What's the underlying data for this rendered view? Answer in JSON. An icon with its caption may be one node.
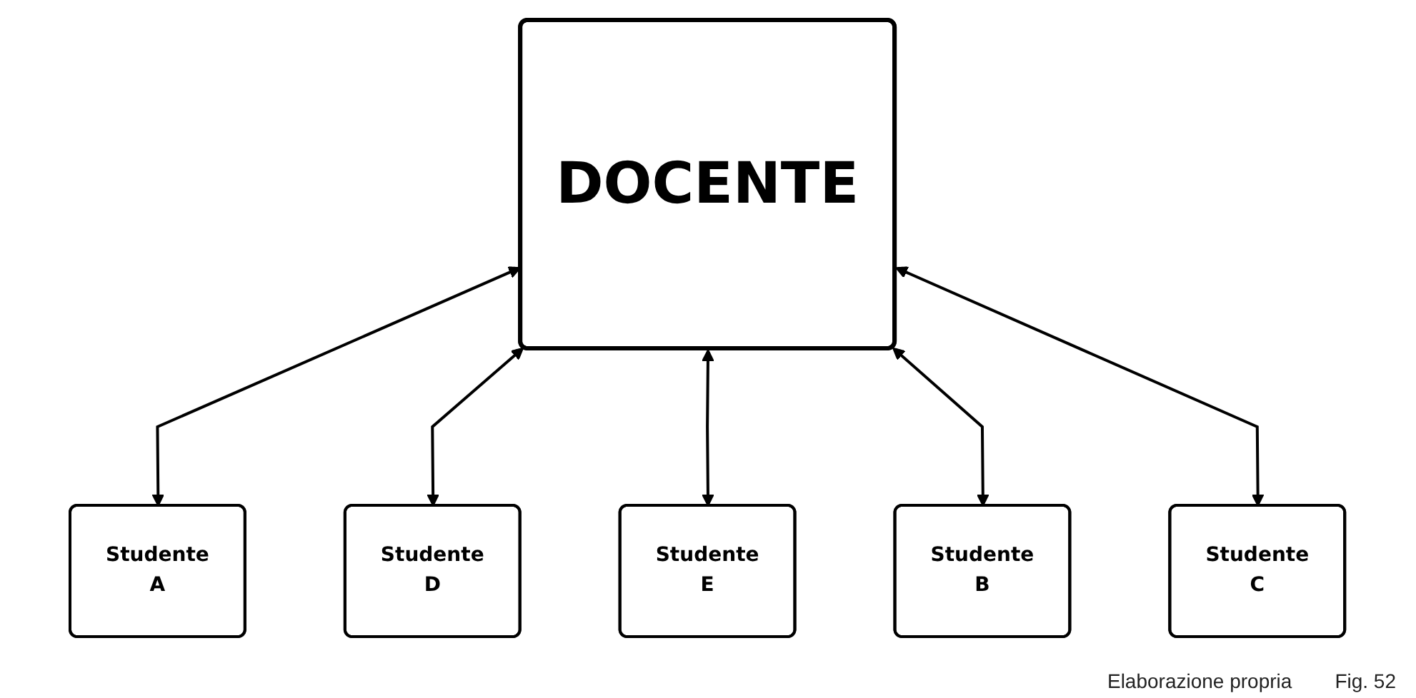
{
  "diagram": {
    "nodes": [
      {
        "text": [
          "DOCENTE"
        ]
      },
      {
        "text": [
          "Studente",
          "A"
        ]
      },
      {
        "text": [
          "Studente",
          "D"
        ]
      },
      {
        "text": [
          "Studente",
          "E"
        ]
      },
      {
        "text": [
          "Studente",
          "B"
        ]
      },
      {
        "text": [
          "Studente",
          "C"
        ]
      }
    ],
    "edges": [
      {
        "from": 0,
        "to": 1,
        "arrow": "both"
      },
      {
        "from": 0,
        "to": 2,
        "arrow": "both"
      },
      {
        "from": 0,
        "to": 3,
        "arrow": "both"
      },
      {
        "from": 0,
        "to": 4,
        "arrow": "both"
      },
      {
        "from": 0,
        "to": 5,
        "arrow": "both"
      }
    ],
    "labels": [
      "Elaborazione propria",
      "Fig. 52"
    ]
  }
}
